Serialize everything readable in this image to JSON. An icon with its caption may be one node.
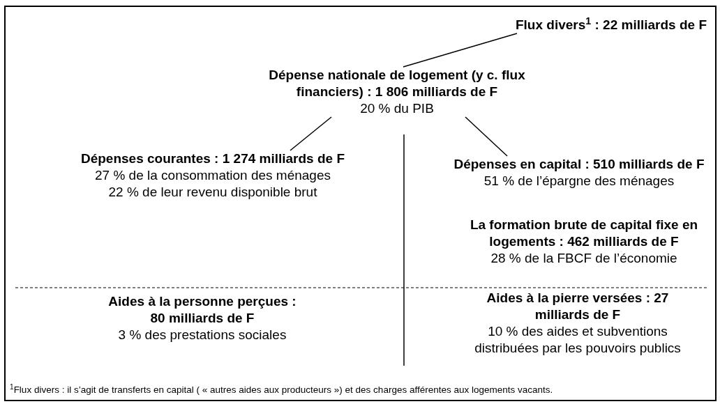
{
  "diagram": {
    "nodes": [
      {
        "text": [
          "Flux divers$^{1}$ : 22 milliards de F"
        ]
      },
      {
        "text": [
          "Dépense nationale de logement (y c. flux financiers) : 1 806 milliards de F",
          "20 % du PIB"
        ]
      },
      {
        "text": [
          "Dépenses courantes : 1 274 milliards de F",
          "27 % de la consommation des ménages",
          "22 % de leur revenu disponible brut"
        ]
      },
      {
        "text": [
          "Dépenses en capital : 510 milliards de F",
          "51 % de l’épargne des ménages"
        ]
      },
      {
        "text": [
          "La formation brute de capital fixe en logements : 462 milliards de F",
          "28 % de la FBCF de l’économie"
        ]
      },
      {
        "text": [
          "Aides à la personne perçues : 80 milliards de F",
          "3 % des prestations sociales"
        ]
      },
      {
        "text": [
          "Aides à la pierre versées : 27 milliards de F",
          "10 % des aides et subventions distribuées par les pouvoirs publics"
        ]
      }
    ],
    "edges": [
      {
        "from": 0,
        "to": 1,
        "arrow": "none"
      },
      {
        "from": 1,
        "to": 2,
        "arrow": "none"
      },
      {
        "from": 1,
        "to": 3,
        "arrow": "none"
      }
    ],
    "labels": [
      "$^{1}$Flux divers : il s’agit de transferts en capital ( « autres aides aux producteurs ») et des charges afférentes aux logements vacants."
    ]
  }
}
